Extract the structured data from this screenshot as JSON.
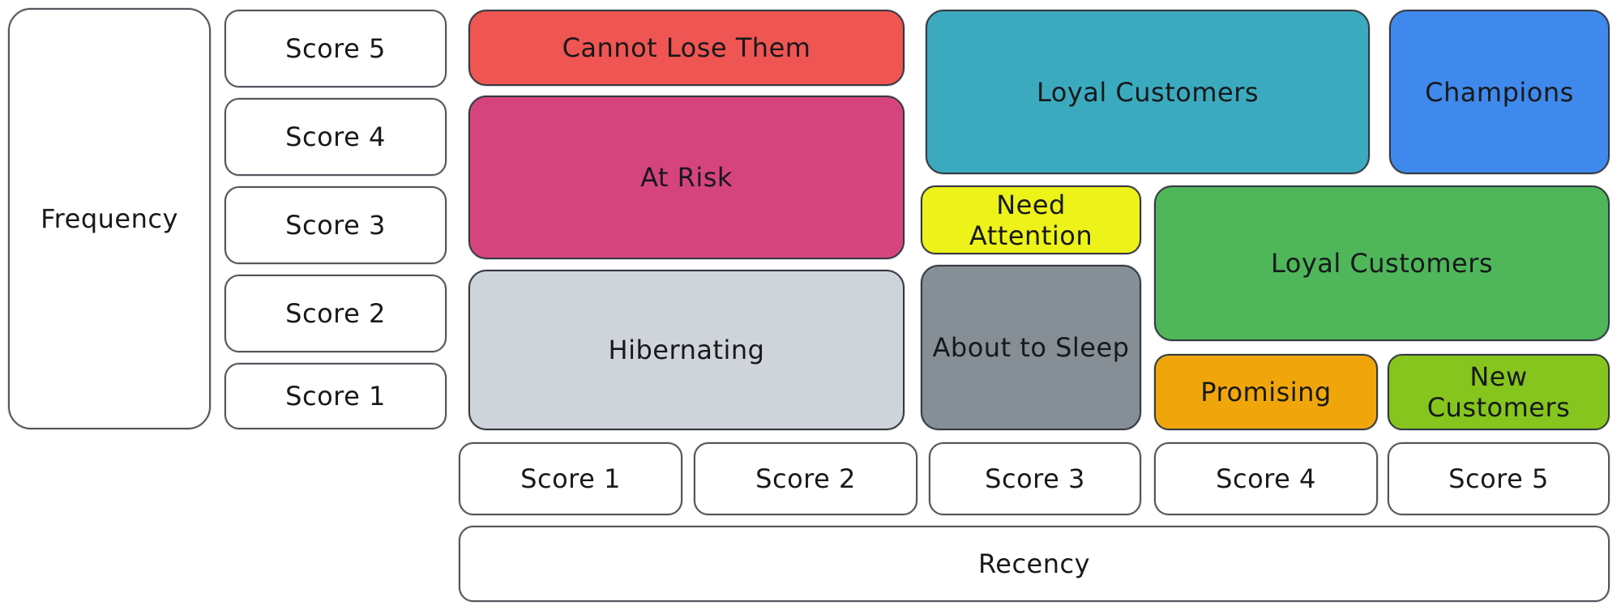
{
  "matrix": {
    "y_axis": {
      "label": "Frequency",
      "scores": [
        "Score 5",
        "Score 4",
        "Score 3",
        "Score 2",
        "Score 1"
      ]
    },
    "x_axis": {
      "label": "Recency",
      "scores": [
        "Score 1",
        "Score 2",
        "Score 3",
        "Score 4",
        "Score 5"
      ]
    },
    "segments": [
      {
        "label": "Cannot Lose Them",
        "color": "#ef5552"
      },
      {
        "label": "At Risk",
        "color": "#d6447e"
      },
      {
        "label": "Hibernating",
        "color": "#ced4da"
      },
      {
        "label": "Loyal Customers",
        "color": "#3baabf"
      },
      {
        "label": "Need Attention",
        "color": "#edf219"
      },
      {
        "label": "About to Sleep",
        "color": "#868e96"
      },
      {
        "label": "Champions",
        "color": "#4089ec"
      },
      {
        "label": "Loyal Customers",
        "color": "#4fb65a"
      },
      {
        "label": "Promising",
        "color": "#f0a60b"
      },
      {
        "label": "New Customers",
        "color": "#86c51e"
      }
    ]
  }
}
